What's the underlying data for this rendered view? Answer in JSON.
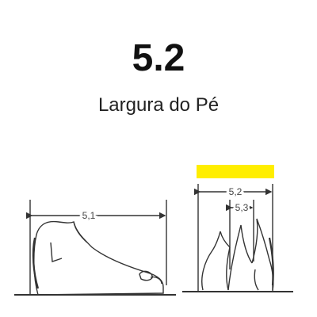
{
  "header": {
    "code": "5.2",
    "title": "Largura do Pé"
  },
  "diagram": {
    "labels": {
      "side_length": "5,1",
      "front_width": "5,2",
      "front_inner": "5,3"
    },
    "highlight_color": "#ffee00",
    "line_color": "#333333"
  }
}
